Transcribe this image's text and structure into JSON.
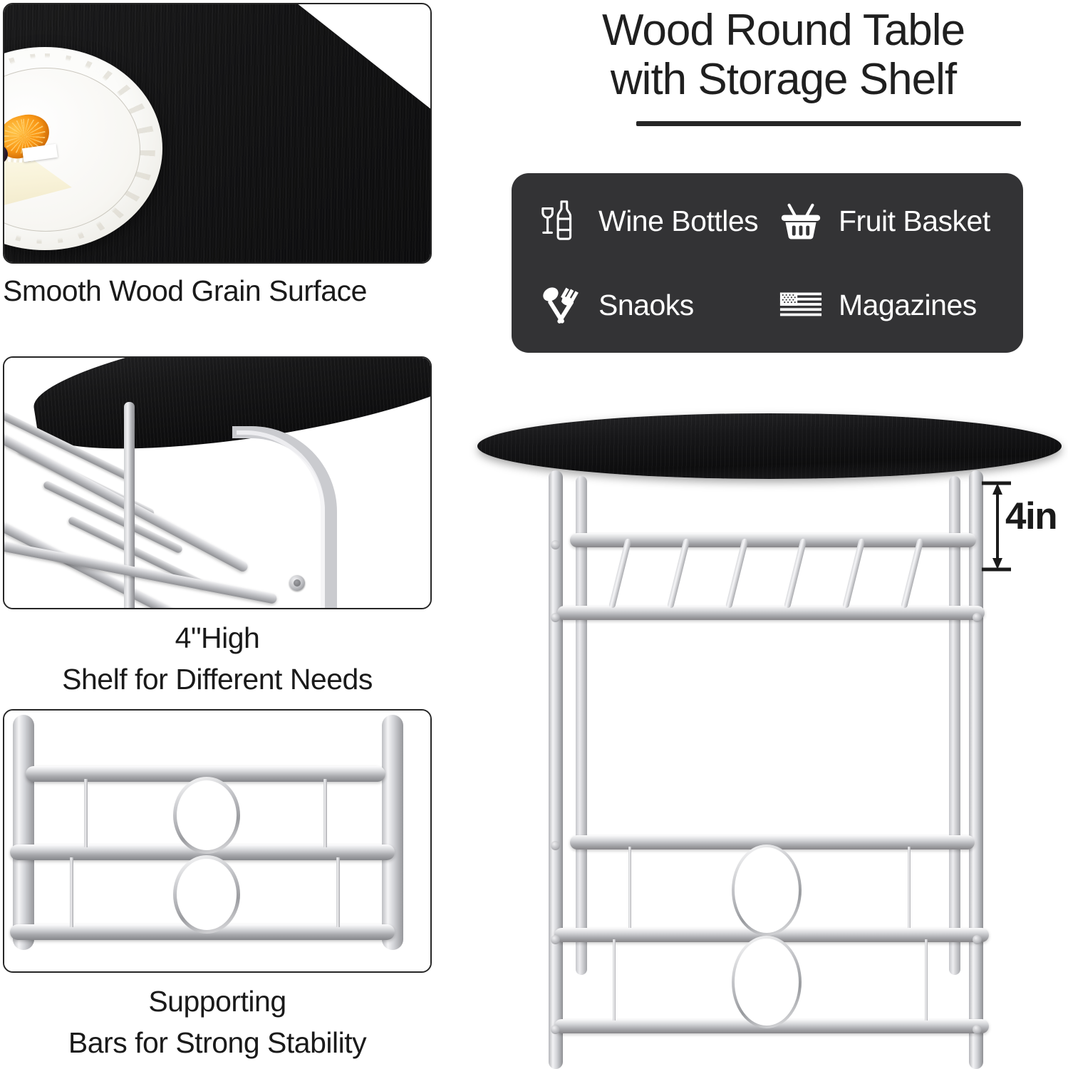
{
  "header": {
    "title_line_1": "Wood Round Table",
    "title_line_2": "with Storage Shelf"
  },
  "features": {
    "items": [
      {
        "label": "Wine Bottles",
        "icon": "wine-bottle-glass-icon"
      },
      {
        "label": "Fruit Basket",
        "icon": "shopping-basket-icon"
      },
      {
        "label": "Snaoks",
        "icon": "spoon-fork-icon"
      },
      {
        "label": "Magazines",
        "icon": "us-flag-icon"
      }
    ]
  },
  "panels": [
    {
      "id": "wood-surface",
      "caption": "Smooth Wood Grain Surface",
      "photo": "black-wood-grain-tabletop-with-cake-plate"
    },
    {
      "id": "shelf-height",
      "caption_line_1": "4\"High",
      "caption_line_2": "Shelf for Different Needs",
      "photo": "silver-metal-storage-shelf-closeup"
    },
    {
      "id": "supporting-bars",
      "caption_line_1": "Supporting",
      "caption_line_2": "Bars for Strong Stability",
      "photo": "chrome-support-bars-with-rings"
    }
  ],
  "product_shot": {
    "dimension_label": "4in",
    "description": "black-oval-wood-table-with-silver-frame-and-storage-shelf"
  },
  "colors": {
    "background": "#ffffff",
    "text": "#1a1a1a",
    "badge_box": "#333335",
    "badge_text": "#ffffff",
    "tabletop_black": "#161618",
    "metal_silver": "#c2c3c7"
  }
}
